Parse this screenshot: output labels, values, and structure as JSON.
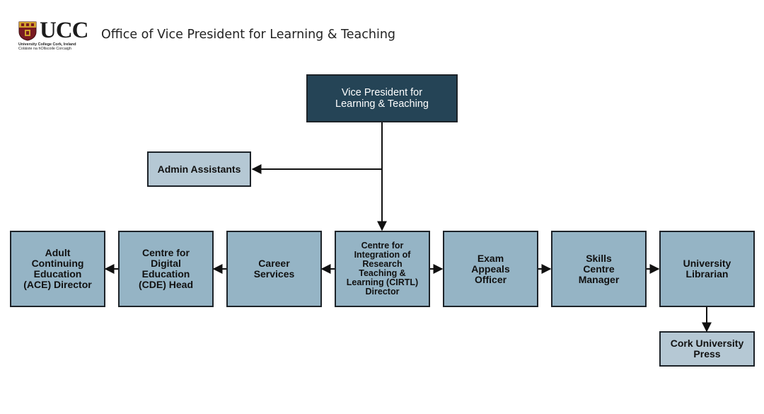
{
  "header": {
    "logo_text": "UCC",
    "logo_line1": "University College Cork, Ireland",
    "logo_line2": "Coláiste na hOllscoile Corcaigh",
    "title": "Office of Vice President for Learning & Teaching"
  },
  "nodes": {
    "vp": "Vice President for\nLearning & Teaching",
    "admin": "Admin Assistants",
    "ace": "Adult\nContinuing\nEducation\n(ACE) Director",
    "cde": "Centre for\nDigital\nEducation\n(CDE) Head",
    "career": "Career\nServices",
    "cirtl": "Centre for\nIntegration of\nResearch\nTeaching &\nLearning (CIRTL)\nDirector",
    "exam": "Exam\nAppeals\nOfficer",
    "skills": "Skills\nCentre\nManager",
    "librarian": "University\nLibrarian",
    "press": "Cork University\nPress"
  },
  "colors": {
    "top_box": "#254456",
    "unit_box": "#95b4c5",
    "light_box": "#b5c8d4",
    "border": "#1d2329"
  }
}
